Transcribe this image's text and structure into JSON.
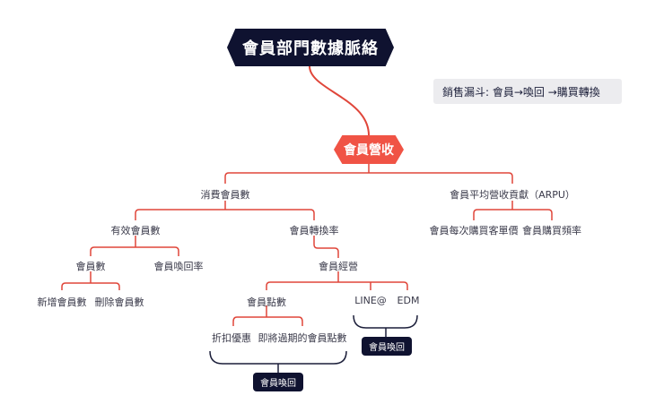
{
  "root": "會員部門數據脈絡",
  "center": "會員營收",
  "note": "銷售漏斗: 會員→喚回 →購買轉換",
  "nodes": {
    "consumption": "消費會員數",
    "arpu": "會員平均營收貢獻（ARPU）",
    "effective": "有效會員數",
    "conversion": "會員轉換率",
    "per_purchase": "會員每次購買客單價",
    "frequency": "會員購買頻率",
    "member_count": "會員數",
    "recall_rate": "會員喚回率",
    "operation": "會員經營",
    "new_members": "新增會員數",
    "deleted_members": "刪除會員數",
    "points": "會員點數",
    "line": "LINE@",
    "edm": "EDM",
    "discount": "折扣優惠",
    "expiring_points": "即將過期的會員點數"
  },
  "tags": {
    "recall_tag_1": "會員喚回",
    "recall_tag_2": "會員喚回"
  },
  "colors": {
    "root": "#0f1230",
    "accent": "#f05345",
    "connector": "#e0463a",
    "brace": "#1c1f3a",
    "note_bg": "#ececef"
  }
}
